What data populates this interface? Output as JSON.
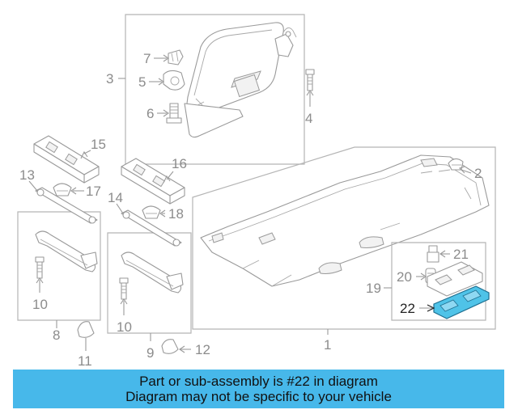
{
  "callouts": {
    "p1": "1",
    "p2": "2",
    "p3": "3",
    "p4": "4",
    "p5": "5",
    "p6": "6",
    "p7": "7",
    "p8": "8",
    "p9": "9",
    "p10a": "10",
    "p10b": "10",
    "p11": "11",
    "p12": "12",
    "p13": "13",
    "p14": "14",
    "p15": "15",
    "p16": "16",
    "p17": "17",
    "p18": "18",
    "p19": "19",
    "p20": "20",
    "p21": "21",
    "p22": "22"
  },
  "highlight_color": "#4fc3e8",
  "banner": {
    "line1": "Part or sub-assembly is #22 in diagram",
    "line2": "Diagram may not be specific to your vehicle",
    "color": "#47b8ea"
  }
}
